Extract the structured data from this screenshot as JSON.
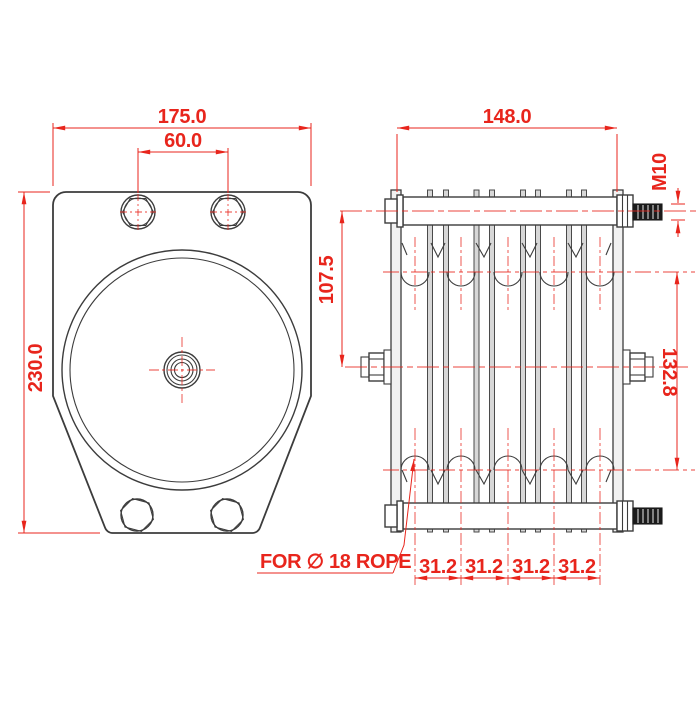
{
  "drawing": {
    "front_view": {
      "width_dim": "175.0",
      "hole_spacing_dim": "60.0",
      "height_dim": "230.0"
    },
    "side_view": {
      "width_dim": "148.0",
      "thread_label": "M10",
      "upper_center_dim": "107.5",
      "sheave_pitch_dim": "132.8",
      "groove_spacing_dims": [
        "31.2",
        "31.2",
        "31.2",
        "31.2"
      ],
      "rope_note": "FOR ∅ 18 ROPE"
    },
    "colors": {
      "dimension_red": "#e8251c",
      "line_dark": "#3c3c3c",
      "background": "#ffffff"
    }
  }
}
